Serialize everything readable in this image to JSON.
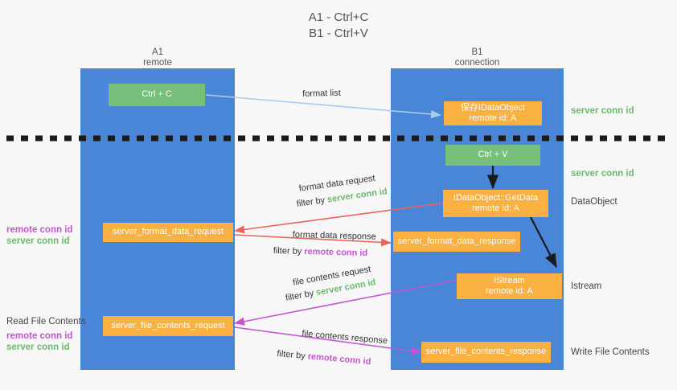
{
  "title": {
    "line1": "A1 - Ctrl+C",
    "line2": "B1 - Ctrl+V"
  },
  "lanes": [
    {
      "id": "a1",
      "name": "A1",
      "sub": "remote",
      "color": "#4a86d8"
    },
    {
      "id": "b1",
      "name": "B1",
      "sub": "connection",
      "color": "#4a86d8"
    }
  ],
  "boxes": [
    {
      "id": "ctrl-c",
      "line1": "Ctrl + C",
      "line2": "",
      "color": "#77c07b"
    },
    {
      "id": "save-idataobject",
      "line1": "保存IDataObject",
      "line2": "remote id: A",
      "color": "#fbb042"
    },
    {
      "id": "ctrl-v",
      "line1": "Ctrl + V",
      "line2": "",
      "color": "#77c07b"
    },
    {
      "id": "getdata",
      "line1": "IDataObject::GetData",
      "line2": "remote id: A",
      "color": "#fbb042"
    },
    {
      "id": "format-data-request",
      "line1": "server_format_data_request",
      "line2": "",
      "color": "#fbb042"
    },
    {
      "id": "format-data-response",
      "line1": "server_format_data_response",
      "line2": "",
      "color": "#fbb042"
    },
    {
      "id": "istream",
      "line1": "IStream",
      "line2": "remote id: A",
      "color": "#fbb042"
    },
    {
      "id": "file-contents-request",
      "line1": "server_file_contents_request",
      "line2": "",
      "color": "#fbb042"
    },
    {
      "id": "file-contents-response",
      "line1": "server_file_contents_response",
      "line2": "",
      "color": "#fbb042"
    }
  ],
  "edges": [
    {
      "id": "format-list",
      "text": "format list",
      "color": "#a8cdee"
    },
    {
      "id": "format-data-request",
      "text1": "format data request",
      "text2a": "filter by ",
      "text2b": "server conn id",
      "color": "#e8655c"
    },
    {
      "id": "format-data-response",
      "text1": "format data response",
      "text2a": "filter by ",
      "text2b": "remote conn id",
      "color": "#e8655c"
    },
    {
      "id": "file-contents-request",
      "text1": "file contents request",
      "text2a": "filter by ",
      "text2b": "server conn id",
      "color": "#c455d0"
    },
    {
      "id": "file-contents-response",
      "text1": "file contents response",
      "text2a": "filter by ",
      "text2b": "remote conn id",
      "color": "#c455d0"
    }
  ],
  "right_labels": [
    {
      "id": "server-conn-id-top",
      "text": "server conn id",
      "style": "green"
    },
    {
      "id": "server-conn-id-mid",
      "text": "server conn id",
      "style": "green"
    },
    {
      "id": "dataobject",
      "text": "DataObject",
      "style": "gray"
    },
    {
      "id": "istream",
      "text": "Istream",
      "style": "gray"
    },
    {
      "id": "write-file-contents",
      "text": "Write File Contents",
      "style": "gray"
    }
  ],
  "left_labels": [
    {
      "id": "conn-ids-upper-remote",
      "text": "remote conn id",
      "style": "purple"
    },
    {
      "id": "conn-ids-upper-server",
      "text": "server conn id",
      "style": "green"
    },
    {
      "id": "read-file-contents",
      "text": "Read File Contents",
      "style": "gray"
    },
    {
      "id": "conn-ids-lower-remote",
      "text": "remote conn id",
      "style": "purple"
    },
    {
      "id": "conn-ids-lower-server",
      "text": "server conn id",
      "style": "green"
    }
  ],
  "colors": {
    "lane": "#4a86d8",
    "green_box": "#77c07b",
    "orange_box": "#fbb042",
    "red_arrow": "#e8655c",
    "magenta_arrow": "#c455d0",
    "blue_arrow": "#a8cdee",
    "black_arrow": "#1a1a1a",
    "green_text": "#6aba6e",
    "purple_text": "#c455d0",
    "background": "#f7f7f7"
  },
  "divider": {
    "id": "dashed-divider",
    "style": "dashed",
    "color": "#1a1a1a"
  }
}
